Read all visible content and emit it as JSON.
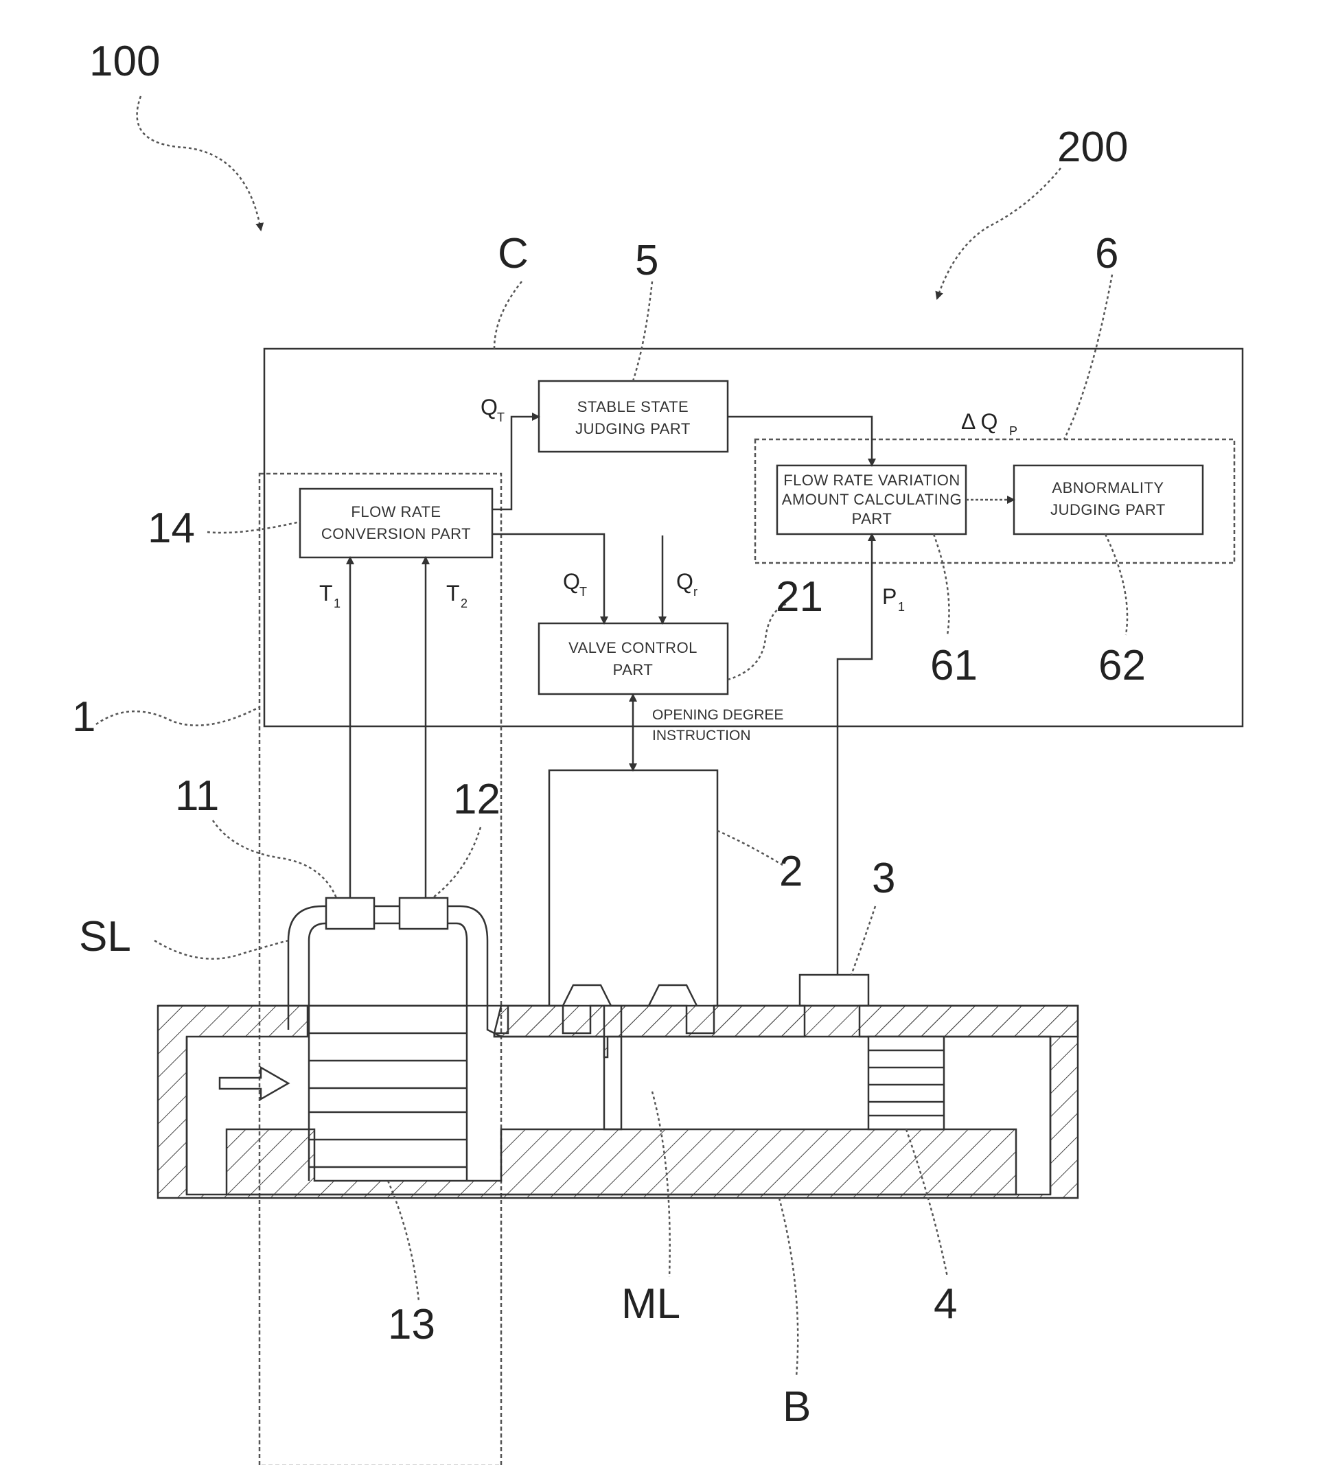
{
  "refs": {
    "r100": "100",
    "r200": "200",
    "rC": "C",
    "r5": "5",
    "r6": "6",
    "r14": "14",
    "r21": "21",
    "r61": "61",
    "r62": "62",
    "r1": "1",
    "r11": "11",
    "r12": "12",
    "r2": "2",
    "r3": "3",
    "rSL": "SL",
    "r13": "13",
    "rML": "ML",
    "r4": "4",
    "rB": "B"
  },
  "blocks": {
    "stable_line1": "STABLE STATE",
    "stable_line2": "JUDGING PART",
    "flowconv_line1": "FLOW RATE",
    "flowconv_line2": "CONVERSION PART",
    "valve_line1": "VALVE CONTROL",
    "valve_line2": "PART",
    "fvac_line1": "FLOW RATE VARIATION",
    "fvac_line2": "AMOUNT CALCULATING",
    "fvac_line3": "PART",
    "abn_line1": "ABNORMALITY",
    "abn_line2": "JUDGING PART"
  },
  "signals": {
    "qt_main": "Q",
    "qt_sub": "T",
    "qt2_main": "Q",
    "qt2_sub": "T",
    "qr_main": "Q",
    "qr_sub": "r",
    "t1_main": "T",
    "t1_sub": "1",
    "t2_main": "T",
    "t2_sub": "2",
    "p1_main": "P",
    "p1_sub": "1",
    "dqp_main": "Δ Q",
    "dqp_sub": "P"
  },
  "annotations": {
    "opening_line1": "OPENING DEGREE",
    "opening_line2": "INSTRUCTION"
  }
}
